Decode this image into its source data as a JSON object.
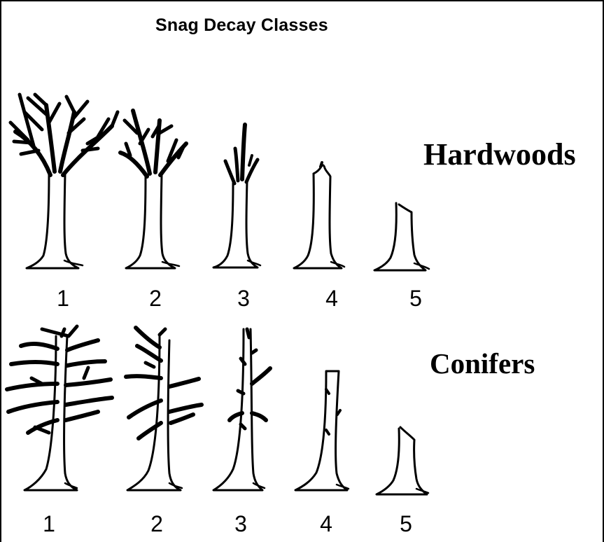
{
  "title": "Snag Decay Classes",
  "rows": [
    {
      "label": "Hardwoods",
      "classes": [
        "1",
        "2",
        "3",
        "4",
        "5"
      ]
    },
    {
      "label": "Conifers",
      "classes": [
        "1",
        "2",
        "3",
        "4",
        "5"
      ]
    }
  ]
}
